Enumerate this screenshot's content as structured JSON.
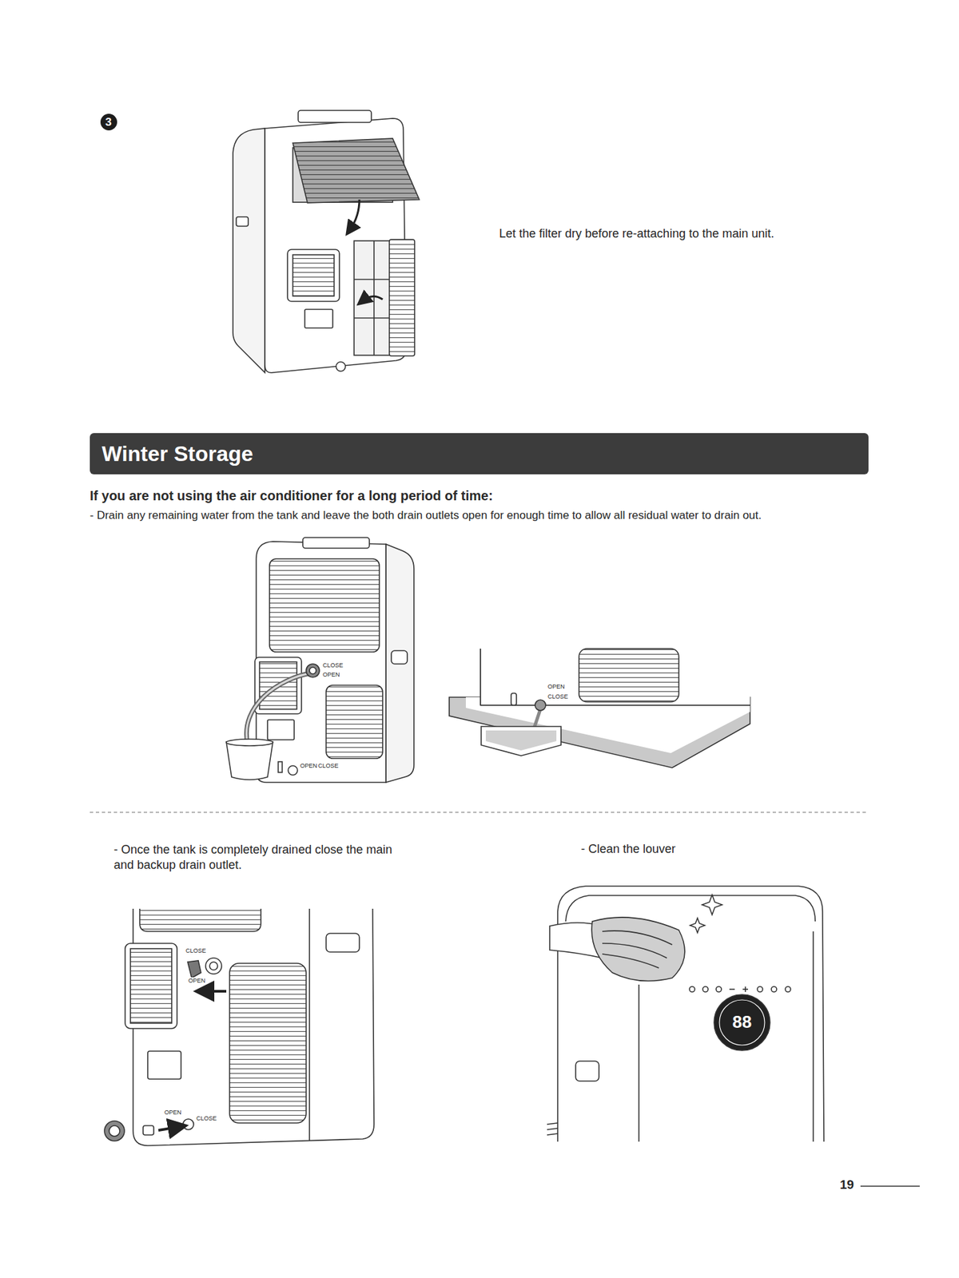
{
  "diagram": {
    "nodes": [
      {
        "text": [
          "3"
        ]
      },
      {
        "text": [
          "Winter Storage"
        ]
      }
    ],
    "labels": [
      "Let the filter dry before re-attaching to the main unit.",
      "If you are not using the air conditioner for a long period of time:",
      "- Drain any remaining water from the tank and leave the both drain outlets open for enough time to allow all residual water to drain out.",
      "CLOSE",
      "OPEN",
      "OPEN",
      "CLOSE",
      "OPEN",
      "CLOSE",
      "- Once the tank is completely drained close the main and backup drain outlet.",
      "- Clean the louver",
      "CLOSE",
      "OPEN",
      "OPEN",
      "CLOSE",
      "88",
      "19"
    ]
  }
}
